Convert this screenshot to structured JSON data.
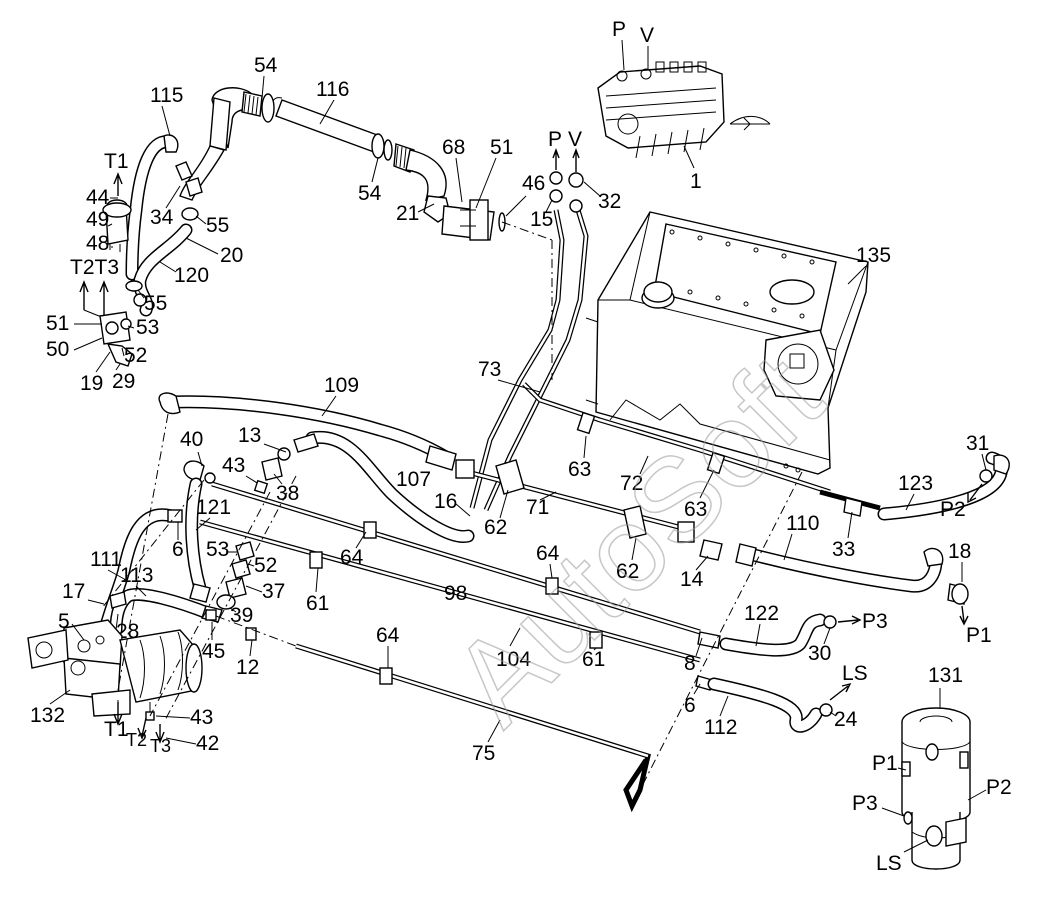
{
  "watermark": "AutoSoft",
  "callouts": {
    "c1": "1",
    "c5": "5",
    "c6a": "6",
    "c6b": "6",
    "c8": "8",
    "c12": "12",
    "c13": "13",
    "c14": "14",
    "c15": "15",
    "c16": "16",
    "c17": "17",
    "c18": "18",
    "c19": "19",
    "c20": "20",
    "c21": "21",
    "c24": "24",
    "c28": "28",
    "c29": "29",
    "c30": "30",
    "c31": "31",
    "c32": "32",
    "c33": "33",
    "c34": "34",
    "c37": "37",
    "c38": "38",
    "c39": "39",
    "c40": "40",
    "c42": "42",
    "c43a": "43",
    "c43b": "43",
    "c44": "44",
    "c45": "45",
    "c46": "46",
    "c48": "48",
    "c49": "49",
    "c50": "50",
    "c51a": "51",
    "c51b": "51",
    "c52a": "52",
    "c52b": "52",
    "c53a": "53",
    "c53b": "53",
    "c54a": "54",
    "c54b": "54",
    "c55a": "55",
    "c55b": "55",
    "c61a": "61",
    "c61b": "61",
    "c62a": "62",
    "c62b": "62",
    "c63a": "63",
    "c63b": "63",
    "c64a": "64",
    "c64b": "64",
    "c64c": "64",
    "c68": "68",
    "c71": "71",
    "c72": "72",
    "c73": "73",
    "c75": "75",
    "c98": "98",
    "c104": "104",
    "c107": "107",
    "c109": "109",
    "c110": "110",
    "c111": "111",
    "c112": "112",
    "c113": "113",
    "c115": "115",
    "c116": "116",
    "c120": "120",
    "c121": "121",
    "c122": "122",
    "c123": "123",
    "c131": "131",
    "c132": "132",
    "c135": "135"
  },
  "ports": {
    "valve_p": "P",
    "valve_v": "V",
    "pv_p": "P",
    "pv_v": "V",
    "t1_top": "T1",
    "t2t3_top": "T2T3",
    "p2_right": "P2",
    "p1_right": "P1",
    "p3_right": "P3",
    "ls_right": "LS",
    "t1_bottom": "T1",
    "t2_bottom": "T2",
    "t3_bottom": "T3",
    "swivel_p1": "P1",
    "swivel_p2": "P2",
    "swivel_p3": "P3",
    "swivel_ls": "LS"
  }
}
